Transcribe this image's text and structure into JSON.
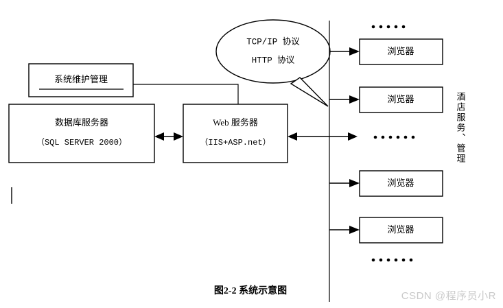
{
  "figure": {
    "caption": "图2-2 系统示意图",
    "watermark": "CSDN @程序员小R",
    "background_color": "#ffffff",
    "line_color": "#000000"
  },
  "nodes": {
    "maintenance": {
      "label": "系统维护管理"
    },
    "database": {
      "title": "数据库服务器",
      "subtitle": "（SQL SERVER 2000）"
    },
    "webserver": {
      "title": "Web 服务器",
      "subtitle": "（IIS+ASP.net）"
    }
  },
  "callout": {
    "line1": "TCP/IP 协议",
    "line2": "HTTP 协议"
  },
  "clients": {
    "group_label": "酒店服务、管理",
    "boxes": [
      {
        "label": "浏览器"
      },
      {
        "label": "浏览器"
      },
      {
        "label": "浏览器"
      },
      {
        "label": "浏览器"
      }
    ],
    "ellipses": [
      {
        "name": "top-ellipsis",
        "dots": 5,
        "text": "• • • • •"
      },
      {
        "name": "middle-ellipsis",
        "dots": 6,
        "text": "• • • • • •"
      },
      {
        "name": "bottom-ellipsis",
        "dots": 6,
        "text": "• • • • • •"
      }
    ]
  }
}
